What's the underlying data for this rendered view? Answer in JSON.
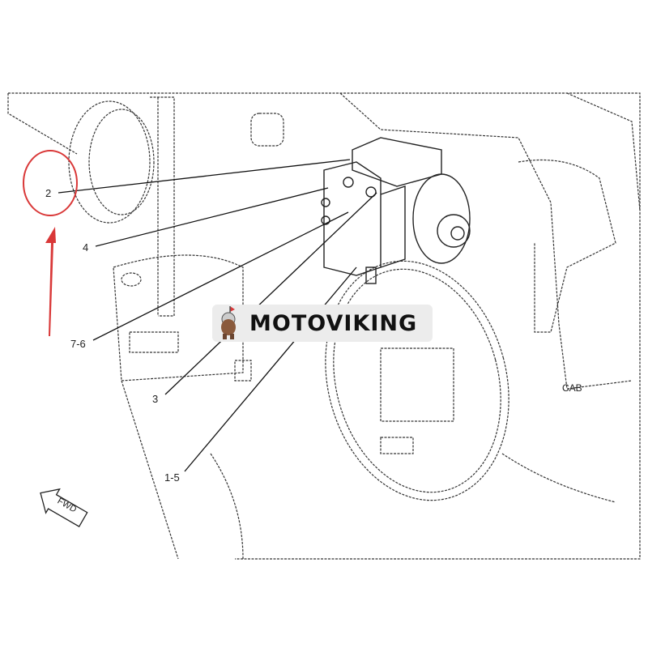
{
  "callouts": {
    "c2": "2",
    "c4": "4",
    "c76": "7-6",
    "c3": "3",
    "c15": "1-5"
  },
  "area_label": "CAB",
  "direction_label": "FWD",
  "watermark": "MOTOVIKING",
  "highlight_color": "#d93838",
  "line_color": "#222222"
}
